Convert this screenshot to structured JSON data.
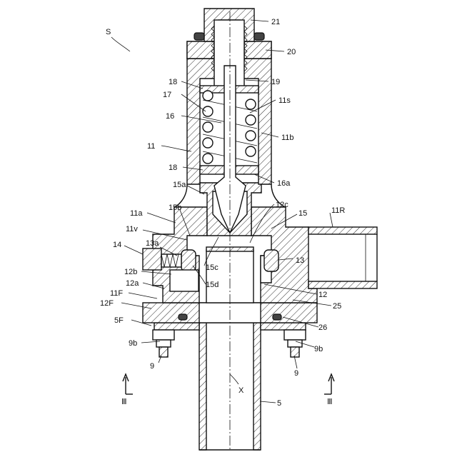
{
  "figure": {
    "assembly_label": "S",
    "axis_label": "X",
    "section_marks": [
      "Ⅲ",
      "Ⅲ"
    ]
  },
  "labels": [
    {
      "id": "21",
      "text": "21"
    },
    {
      "id": "20",
      "text": "20"
    },
    {
      "id": "19",
      "text": "19"
    },
    {
      "id": "18-top",
      "text": "18"
    },
    {
      "id": "17",
      "text": "17"
    },
    {
      "id": "11s",
      "text": "11s"
    },
    {
      "id": "16",
      "text": "16"
    },
    {
      "id": "11b",
      "text": "11b"
    },
    {
      "id": "11",
      "text": "11"
    },
    {
      "id": "18-bottom",
      "text": "18"
    },
    {
      "id": "16a",
      "text": "16a"
    },
    {
      "id": "15a",
      "text": "15a"
    },
    {
      "id": "12c",
      "text": "12c"
    },
    {
      "id": "11a",
      "text": "11a"
    },
    {
      "id": "15b",
      "text": "15b"
    },
    {
      "id": "15",
      "text": "15"
    },
    {
      "id": "11R",
      "text": "11R"
    },
    {
      "id": "11v",
      "text": "11v"
    },
    {
      "id": "13a",
      "text": "13a"
    },
    {
      "id": "14",
      "text": "14"
    },
    {
      "id": "13",
      "text": "13"
    },
    {
      "id": "15c",
      "text": "15c"
    },
    {
      "id": "12b",
      "text": "12b"
    },
    {
      "id": "15d",
      "text": "15d"
    },
    {
      "id": "12a",
      "text": "12a"
    },
    {
      "id": "11F",
      "text": "11F"
    },
    {
      "id": "12",
      "text": "12"
    },
    {
      "id": "12F",
      "text": "12F"
    },
    {
      "id": "25",
      "text": "25"
    },
    {
      "id": "5F",
      "text": "5F"
    },
    {
      "id": "26",
      "text": "26"
    },
    {
      "id": "9b-left",
      "text": "9b"
    },
    {
      "id": "9b-right",
      "text": "9b"
    },
    {
      "id": "9-left",
      "text": "9"
    },
    {
      "id": "9-right",
      "text": "9"
    },
    {
      "id": "5",
      "text": "5"
    }
  ]
}
